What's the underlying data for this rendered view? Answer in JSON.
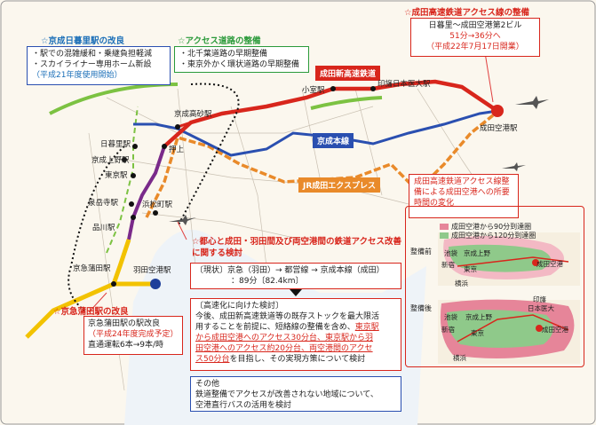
{
  "headings": {
    "nippori": "☆京成日暮里駅の改良",
    "access_roads": "☆アクセス道路の整備",
    "narita_line": "☆成田高速鉄道アクセス線の整備",
    "tokyo_haneda": "☆都心と成田・羽田間及び両空港間の鉄道アクセス改善に関する検討",
    "kamata": "☆京急蒲田駅の改良"
  },
  "nippori_box": {
    "line1": "・駅での混雑緩和・乗継負担軽減",
    "line2": "・スカイライナー専用ホーム新設",
    "line3": "（平成21年度使用開始）"
  },
  "roads_box": {
    "line1": "・北千葉道路の早期整備",
    "line2": "・東京外かく環状道路の早期整備"
  },
  "narita_box": {
    "line1": "日暮里～成田空港第2ビル",
    "line2": "51分→36分へ",
    "line3": "（平成22年7月17日開業）"
  },
  "kamata_box": {
    "line1": "京急蒲田駅の駅改良",
    "line2": "（平成24年度完成予定）",
    "line3": "直通運転6本→9本/時"
  },
  "current_box": {
    "line1": "〔現状〕京急（羽田）→ 都営線 → 京成本線（成田）",
    "line2": "：89分〔82.4km〕"
  },
  "speedup_box": {
    "line1": "〔高速化に向けた検討〕",
    "line2": "今後、成田新高速鉄道等の既存ストックを最大限活",
    "line3a": "用することを前提に、短絡線の整備を含め、",
    "line3b": "東京駅",
    "line4": "から成田空港へのアクセス30分台、東京駅から羽",
    "line5": "田空港へのアクセス約20分台、両空港間のアクセ",
    "line6a": "ス50分台",
    "line6b": "を目指し、その実現方策について検討"
  },
  "other_box": {
    "line1": "その他",
    "line2": "鉄道整備でアクセスが改善されない地域について、",
    "line3": "空港直行バスの活用を検討"
  },
  "time_box": {
    "title1": "成田高速鉄道アクセス線整",
    "title2": "備による成田空港への所要",
    "title3": "時間の変化",
    "legend90": "成田空港から90分到達圏",
    "legend120": "成田空港から120分到達圏",
    "before": "整備前",
    "after": "整備後"
  },
  "mini_labels": {
    "ikebukuro": "池袋",
    "keisei_ueno": "京成上野",
    "shinjuku": "新宿",
    "tokyo": "東京",
    "narita_airport": "成田空港",
    "yokohama": "横浜",
    "inba": "印旛",
    "nichi_idai": "日本医大"
  },
  "stations": {
    "nippori": "日暮里駅",
    "keisei_ueno": "京成上野駅",
    "tokyo": "東京駅",
    "oshiage": "押上",
    "keisei_takasago": "京成高砂駅",
    "sengakuji": "泉岳寺駅",
    "shinagawa": "品川駅",
    "hamamatsucho": "浜松町駅",
    "keikyu_kamata": "京急蒲田駅",
    "haneda": "羽田空港駅",
    "komuro": "小室駅",
    "inba_nichi_idai": "印旛日本医大駅",
    "narita_airport": "成田空港駅"
  },
  "line_tags": {
    "narita_new": "成田新高速鉄道",
    "keisei_main": "京成本線",
    "jr_express": "JR成田エクスプレス"
  },
  "colors": {
    "keisei_main": "#2a4fb0",
    "narita_new": "#d8261c",
    "jr_express": "#e98a2a",
    "road": "#7cc242",
    "asakusa": "#7a2a8a",
    "keikyu": "#f2c200",
    "link_dotted": "#111111"
  }
}
